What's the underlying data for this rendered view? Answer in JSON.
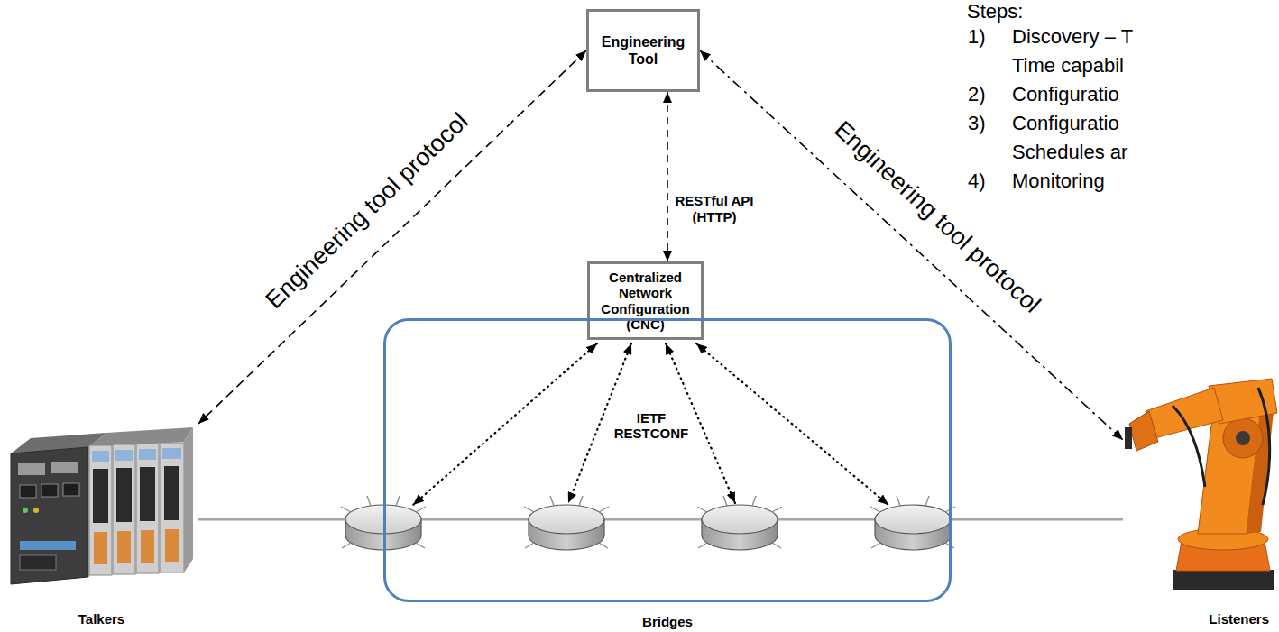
{
  "diagram": {
    "nodes": [
      {
        "text": [
          "Engineering Tool"
        ]
      },
      {
        "text": [
          "Centralized Network Configuration (CNC)"
        ]
      },
      {
        "text": [
          "Talkers"
        ]
      },
      {
        "text": [
          "Bridges"
        ]
      },
      {
        "text": [
          "Listeners"
        ]
      }
    ],
    "edges": [
      {
        "from": 0,
        "to": 2,
        "arrow": "both",
        "label": "Engineering tool protocol"
      },
      {
        "from": 0,
        "to": 1,
        "arrow": "both",
        "label": "RESTful API (HTTP)"
      },
      {
        "from": 0,
        "to": 4,
        "arrow": "both",
        "label": "Engineering tool protocol"
      },
      {
        "from": 2,
        "to": 3,
        "arrow": "none"
      },
      {
        "from": 3,
        "to": 4,
        "arrow": "none"
      }
    ],
    "labels": [
      "IETF RESTCONF",
      "Steps:",
      "1)",
      "Discovery – T",
      "Time capabil",
      "2)",
      "Configuratio",
      "3)",
      "Configuratio",
      "Schedules ar",
      "4)",
      "Monitoring"
    ]
  }
}
